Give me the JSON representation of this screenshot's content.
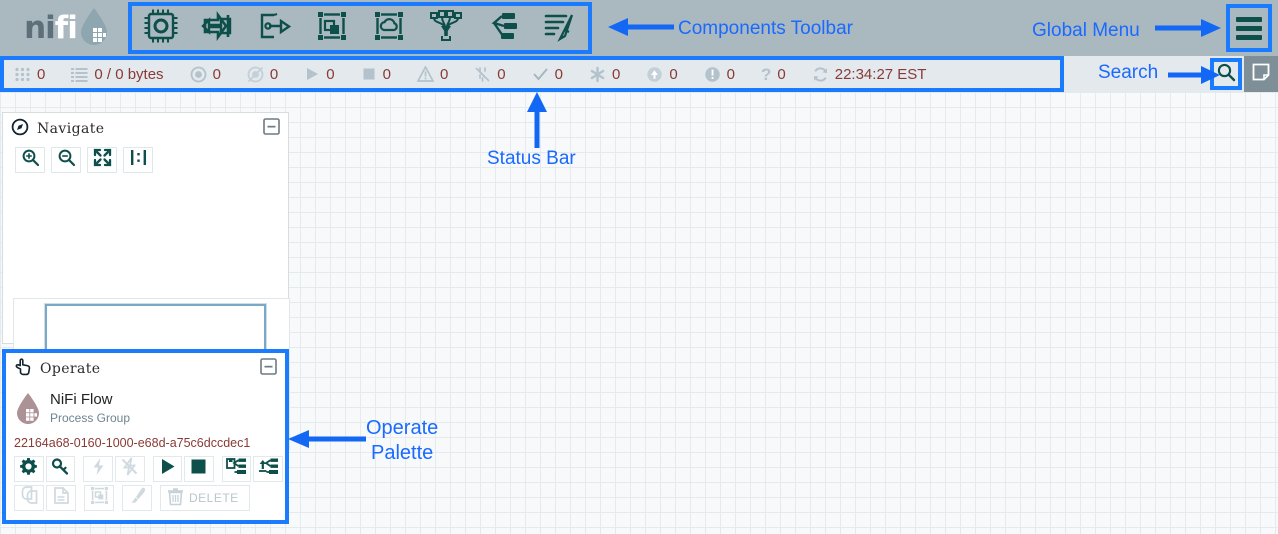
{
  "app": {
    "logo_first": "ni",
    "logo_second": "fi",
    "logo_icon": "water-drop-icon"
  },
  "components_toolbar": {
    "items": [
      {
        "name": "processor",
        "icon": "processor-icon",
        "label": "Processor"
      },
      {
        "name": "input-port",
        "icon": "input-port-icon",
        "label": "Input Port"
      },
      {
        "name": "output-port",
        "icon": "output-port-icon",
        "label": "Output Port"
      },
      {
        "name": "process-group",
        "icon": "process-group-icon",
        "label": "Process Group"
      },
      {
        "name": "remote-process-group",
        "icon": "remote-process-group-icon",
        "label": "Remote Process Group"
      },
      {
        "name": "funnel",
        "icon": "funnel-icon",
        "label": "Funnel"
      },
      {
        "name": "template",
        "icon": "template-icon",
        "label": "Template"
      },
      {
        "name": "label",
        "icon": "label-icon",
        "label": "Label"
      }
    ]
  },
  "global_menu": {
    "name": "global-menu",
    "label": "Global Menu",
    "icon": "hamburger-icon"
  },
  "status_bar": {
    "items": [
      {
        "icon": "active-threads-icon",
        "value": "0"
      },
      {
        "icon": "queued-flowfiles-icon",
        "value": "0 / 0 bytes"
      },
      {
        "icon": "transmitting-ports-icon",
        "value": "0"
      },
      {
        "icon": "not-transmitting-ports-icon",
        "value": "0"
      },
      {
        "icon": "running-components-icon",
        "value": "0"
      },
      {
        "icon": "stopped-components-icon",
        "value": "0"
      },
      {
        "icon": "invalid-components-icon",
        "value": "0"
      },
      {
        "icon": "disabled-components-icon",
        "value": "0"
      },
      {
        "icon": "up-to-date-icon",
        "value": "0"
      },
      {
        "icon": "locally-modified-icon",
        "value": "0"
      },
      {
        "icon": "stale-icon",
        "value": "0"
      },
      {
        "icon": "locally-modified-and-stale-icon",
        "value": "0"
      },
      {
        "icon": "sync-failure-icon",
        "value": "0"
      },
      {
        "icon": "refresh-icon",
        "value": "22:34:27 EST"
      }
    ],
    "search": {
      "name": "search-button",
      "icon": "magnifier-icon"
    },
    "bulletin": {
      "name": "bulletin-board-button",
      "icon": "note-icon"
    }
  },
  "navigate_panel": {
    "title": "Navigate",
    "icon": "compass-icon",
    "collapse_icon": "collapse-minus-icon",
    "tools": [
      {
        "name": "zoom-in-button",
        "icon": "zoom-in-icon"
      },
      {
        "name": "zoom-out-button",
        "icon": "zoom-out-icon"
      },
      {
        "name": "zoom-fit-button",
        "icon": "fit-screen-icon"
      },
      {
        "name": "zoom-actual-size-button",
        "icon": "actual-size-icon"
      }
    ]
  },
  "operate_panel": {
    "title": "Operate",
    "icon": "hand-pointer-icon",
    "collapse_icon": "collapse-minus-icon",
    "entity": {
      "icon": "process-group-drop-icon",
      "name": "NiFi Flow",
      "type": "Process Group",
      "id": "22164a68-0160-1000-e68d-a75c6dccdec1"
    },
    "row1": [
      {
        "name": "configure-button",
        "icon": "gear-icon",
        "enabled": true
      },
      {
        "name": "policies-button",
        "icon": "key-icon",
        "enabled": true
      },
      {
        "name": "enable-button",
        "icon": "bolt-icon",
        "enabled": false
      },
      {
        "name": "disable-button",
        "icon": "bolt-slash-icon",
        "enabled": false
      },
      {
        "name": "start-button",
        "icon": "play-icon",
        "enabled": true
      },
      {
        "name": "stop-button",
        "icon": "stop-icon",
        "enabled": true
      },
      {
        "name": "create-template-button",
        "icon": "template-save-icon",
        "enabled": true
      },
      {
        "name": "upload-template-button",
        "icon": "template-upload-icon",
        "enabled": true
      }
    ],
    "row2": [
      {
        "name": "copy-button",
        "icon": "copy-icon",
        "enabled": false
      },
      {
        "name": "paste-button",
        "icon": "paste-icon",
        "enabled": false
      },
      {
        "name": "group-button",
        "icon": "group-icon",
        "enabled": false
      },
      {
        "name": "change-color-button",
        "icon": "paintbrush-icon",
        "enabled": false
      }
    ],
    "delete": {
      "name": "delete-button",
      "icon": "trash-icon",
      "label": "DELETE",
      "enabled": false
    }
  },
  "annotations": [
    {
      "name": "annotation-components-toolbar",
      "text": "Components Toolbar"
    },
    {
      "name": "annotation-global-menu",
      "text": "Global Menu"
    },
    {
      "name": "annotation-search",
      "text": "Search"
    },
    {
      "name": "annotation-status-bar",
      "text": "Status Bar"
    },
    {
      "name": "annotation-operate-palette",
      "text": "Operate\nPalette"
    }
  ],
  "colors": {
    "header_bg": "#aab8bf",
    "status_bg": "#e3e9ec",
    "annotation_blue": "#1a6aff",
    "highlight_blue": "#1a7bff",
    "icon_teal": "#0d4f4a",
    "value_maroon": "#8a3a36",
    "canvas_bg": "#f7f9fb"
  }
}
